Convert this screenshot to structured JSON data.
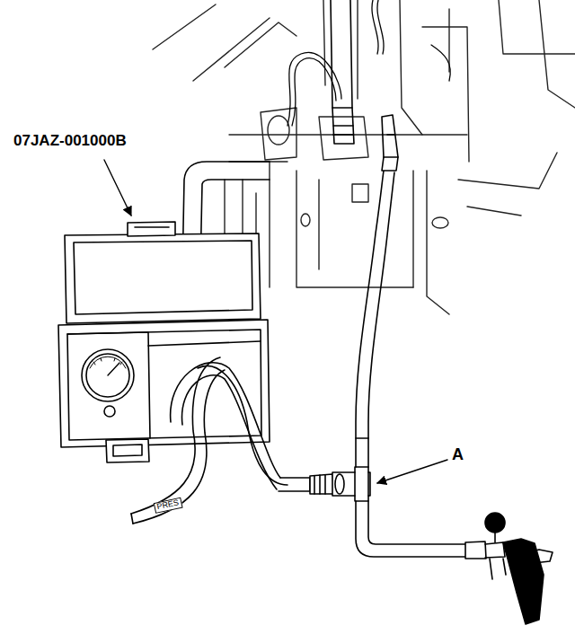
{
  "diagram": {
    "labels": [
      "07JAZ-001000B",
      "A",
      "PRES"
    ]
  }
}
